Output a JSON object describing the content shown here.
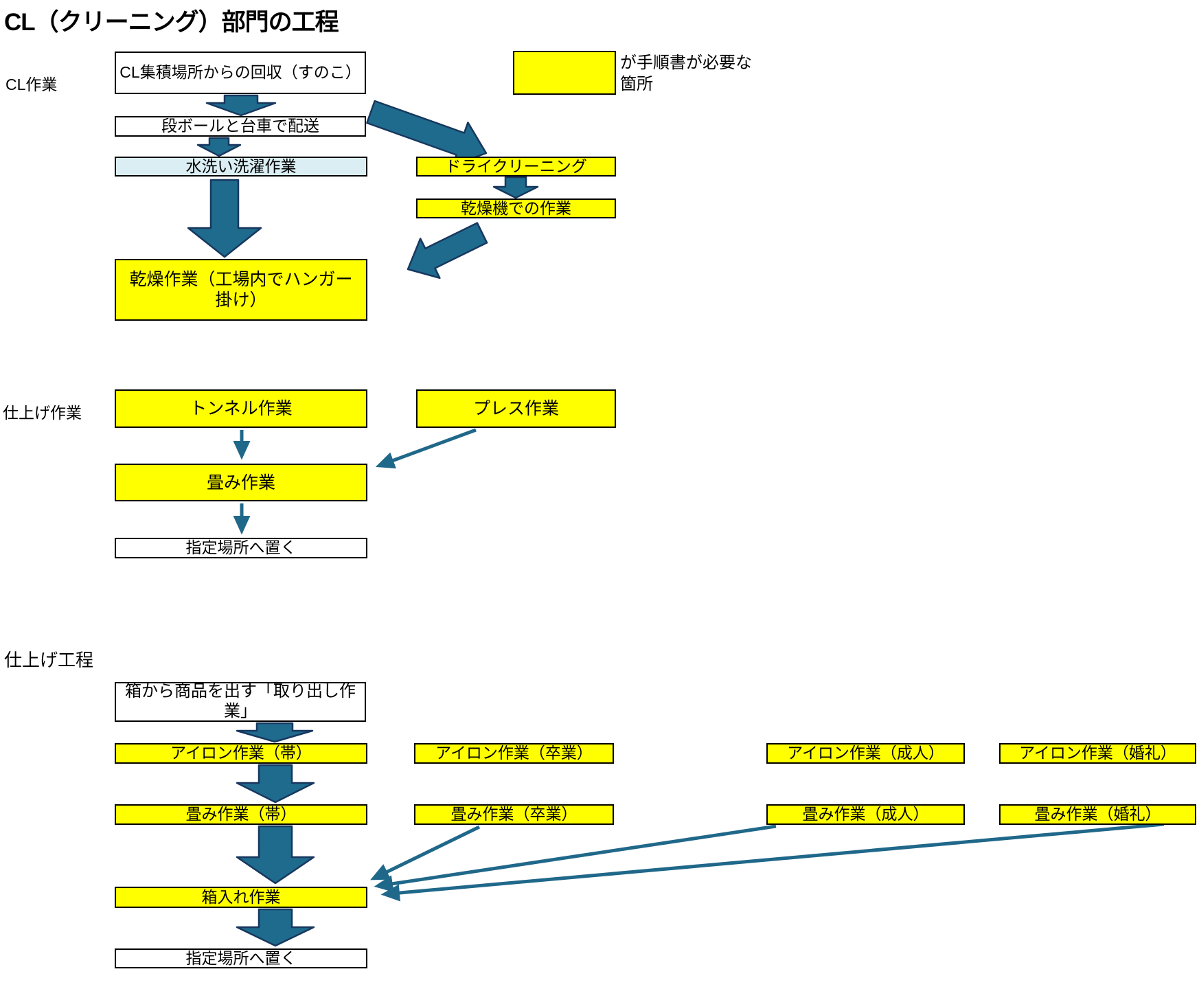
{
  "title": "CL（クリーニング）部門の工程",
  "legend": {
    "swatch_meaning": "highlighted-step",
    "label": "が手順書が必要な箇所"
  },
  "section_labels": {
    "cl": "CL作業",
    "finishing": "仕上げ作業",
    "finishing_process": "仕上げ工程"
  },
  "boxes": {
    "cl_collect": {
      "label": "CL集積場所からの回収（すのこ）",
      "style": "white"
    },
    "delivery": {
      "label": "段ボールと台車で配送",
      "style": "white"
    },
    "wash": {
      "label": "水洗い洗濯作業",
      "style": "blue"
    },
    "dry_cleaning": {
      "label": "ドライクリーニング",
      "style": "yellow"
    },
    "dryer": {
      "label": "乾燥機での作業",
      "style": "yellow"
    },
    "hanger_drying": {
      "label": "乾燥作業（工場内でハンガー掛け）",
      "style": "yellow"
    },
    "tunnel": {
      "label": "トンネル作業",
      "style": "yellow"
    },
    "press": {
      "label": "プレス作業",
      "style": "yellow"
    },
    "folding": {
      "label": "畳み作業",
      "style": "yellow"
    },
    "place_designated_1": {
      "label": "指定場所へ置く",
      "style": "white"
    },
    "takeout": {
      "label": "箱から商品を出す「取り出し作業」",
      "style": "white"
    },
    "iron_obi": {
      "label": "アイロン作業（帯）",
      "style": "yellow"
    },
    "iron_sotsugyo": {
      "label": "アイロン作業（卒業）",
      "style": "yellow"
    },
    "iron_seijin": {
      "label": "アイロン作業（成人）",
      "style": "yellow"
    },
    "iron_konrei": {
      "label": "アイロン作業（婚礼）",
      "style": "yellow"
    },
    "fold_obi": {
      "label": "畳み作業（帯）",
      "style": "yellow"
    },
    "fold_sotsugyo": {
      "label": "畳み作業（卒業）",
      "style": "yellow"
    },
    "fold_seijin": {
      "label": "畳み作業（成人）",
      "style": "yellow"
    },
    "fold_konrei": {
      "label": "畳み作業（婚礼）",
      "style": "yellow"
    },
    "boxing": {
      "label": "箱入れ作業",
      "style": "yellow"
    },
    "place_designated_2": {
      "label": "指定場所へ置く",
      "style": "white"
    }
  },
  "colors": {
    "highlight": "#FFFF00",
    "wash-blue": "#DAEEF3",
    "arrow-fill": "#1F6B8D",
    "arrow-stroke": "#17375E",
    "line": "#20688A",
    "box-border": "#000000",
    "text": "#000000",
    "background": "#FFFFFF"
  }
}
